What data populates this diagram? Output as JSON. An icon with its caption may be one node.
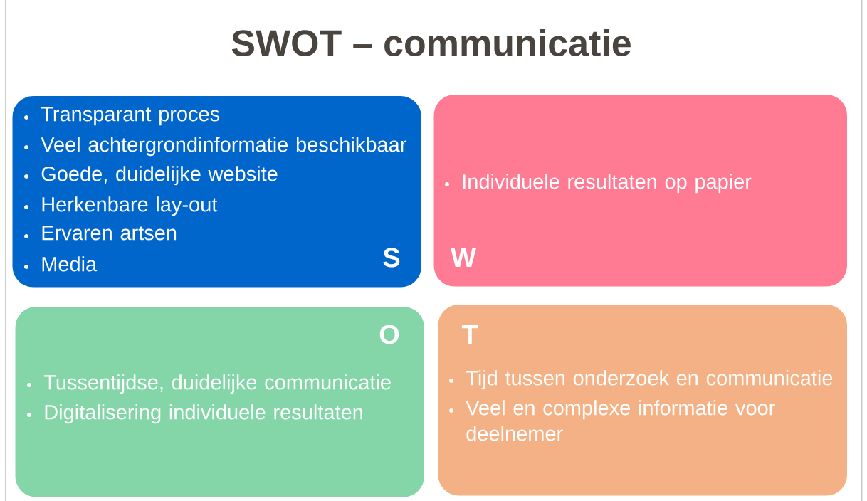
{
  "diagram": {
    "title": "SWOT – communicatie",
    "nodes": [
      {
        "text": [
          "Transparant proces",
          "Veel achtergrondinformatie beschikbaar",
          "Goede, duidelijke website",
          "Herkenbare lay-out",
          "Ervaren artsen",
          "Media",
          "S"
        ]
      },
      {
        "text": [
          "Individuele resultaten op papier",
          "W"
        ]
      },
      {
        "text": [
          "O",
          "Tussentijdse, duidelijke communicatie",
          "Digitalisering individuele resultaten"
        ]
      },
      {
        "text": [
          "T",
          "Tijd tussen onderzoek en communicatie",
          "Veel en complexe informatie voor deelnemer"
        ]
      }
    ]
  }
}
